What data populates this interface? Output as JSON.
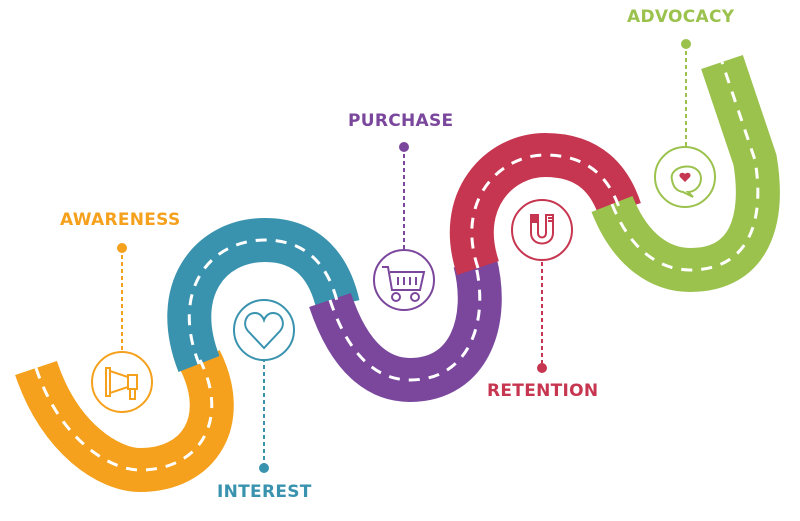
{
  "stages": [
    {
      "id": "awareness",
      "label": "AWARENESS",
      "icon": "megaphone-icon",
      "color": "#F5A11D"
    },
    {
      "id": "interest",
      "label": "INTEREST",
      "icon": "heart-icon",
      "color": "#3A93AE"
    },
    {
      "id": "purchase",
      "label": "PURCHASE",
      "icon": "shopping-cart-icon",
      "color": "#7A479D"
    },
    {
      "id": "retention",
      "label": "RETENTION",
      "icon": "magnet-icon",
      "color": "#C73650"
    },
    {
      "id": "advocacy",
      "label": "ADVOCACY",
      "icon": "speech-bubble-heart-icon",
      "color": "#9BC24D"
    }
  ]
}
